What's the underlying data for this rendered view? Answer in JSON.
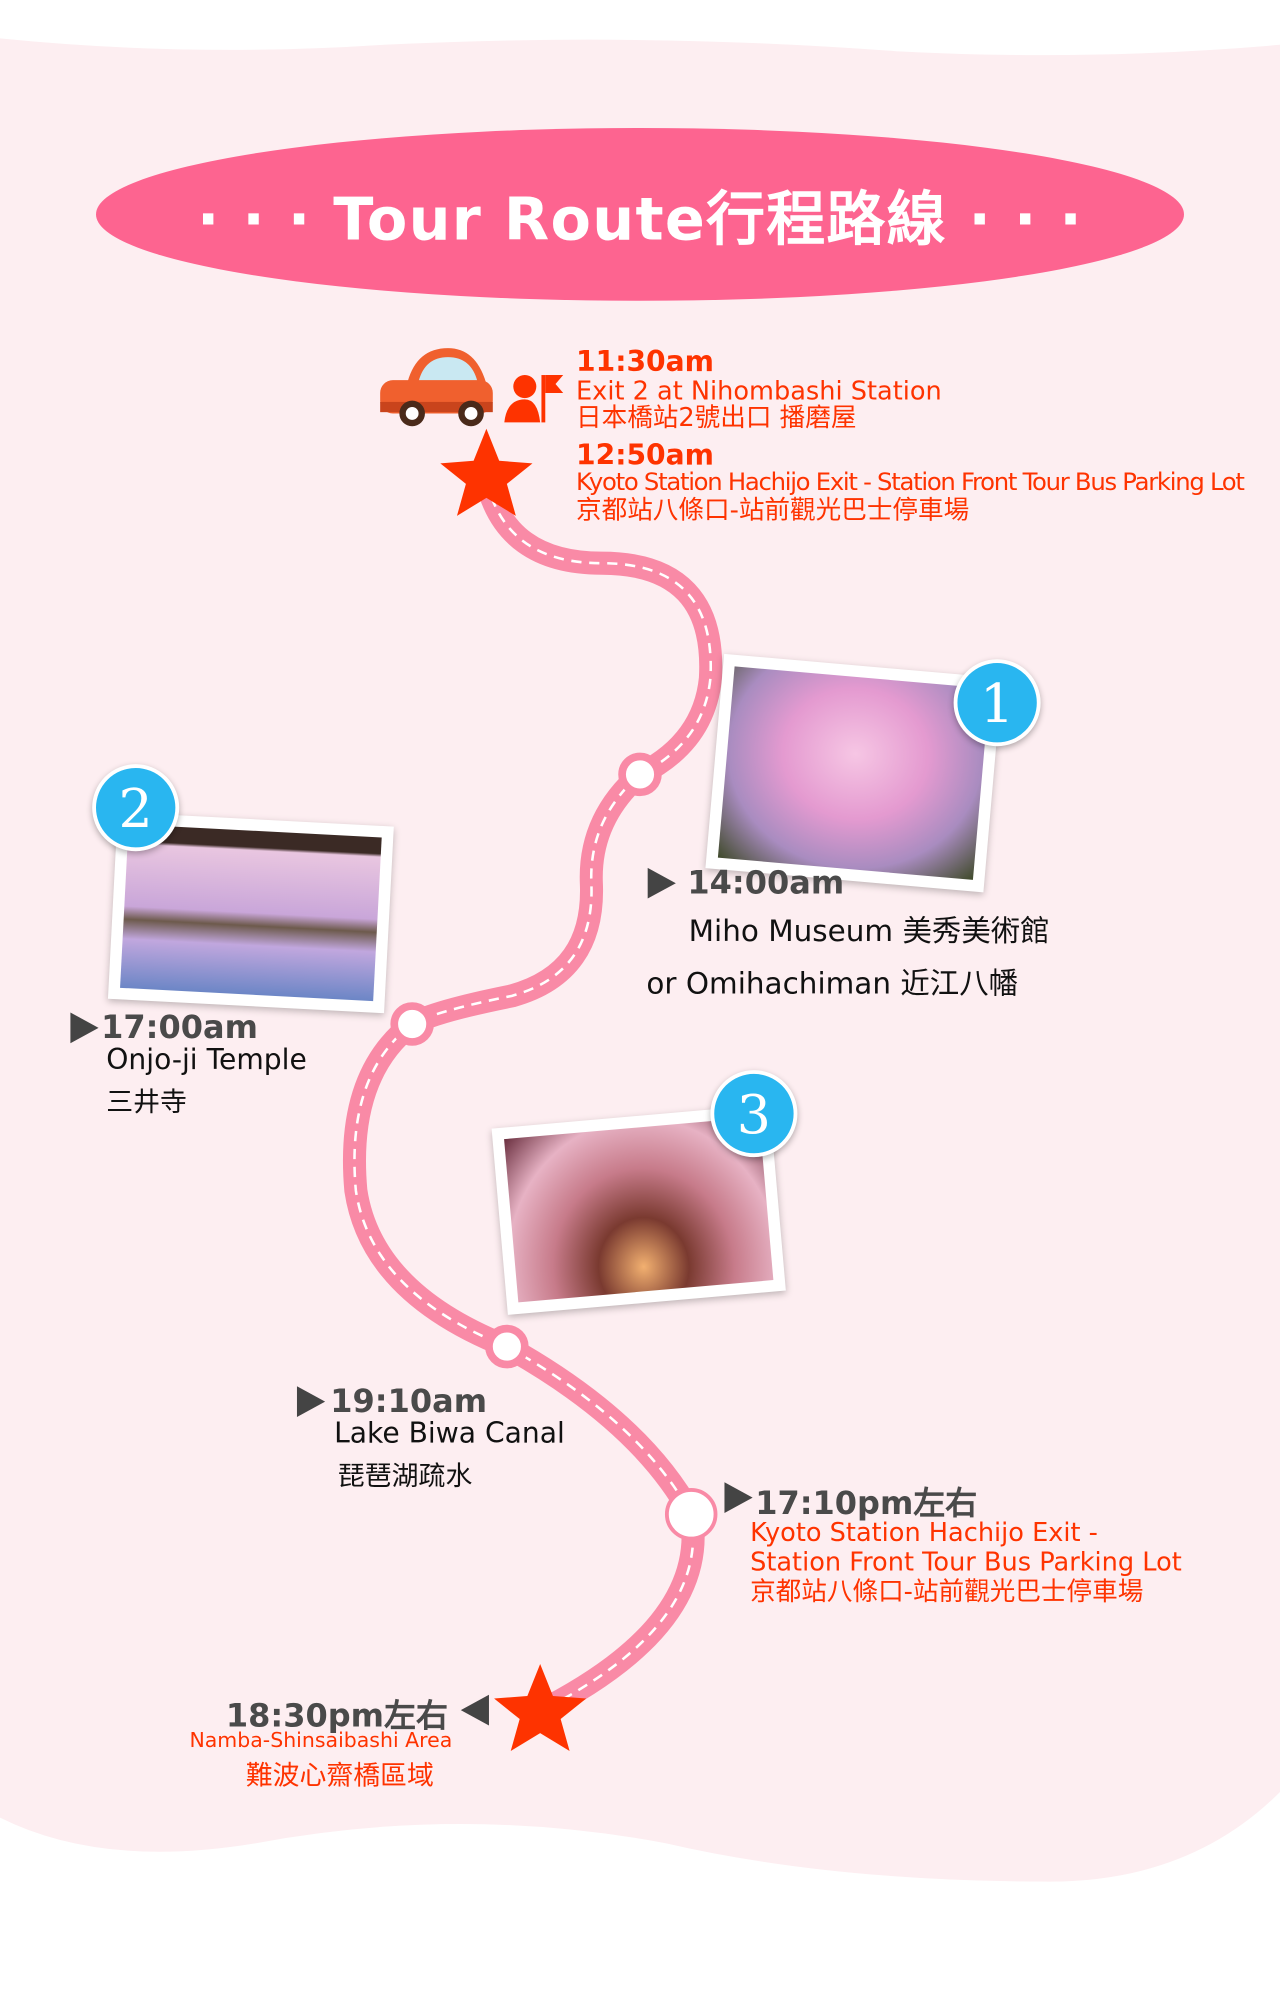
{
  "title": "· · ·  Tour Route行程路線  · · ·",
  "colors": {
    "background": "#fdeef1",
    "banner": "#fd6490",
    "route": "#f98aa6",
    "accent": "#fe3300",
    "badge": "#29b6f0"
  },
  "start": {
    "time1": "11:30am",
    "place1_en": "Exit 2 at Nihombashi Station",
    "place1_zh": "日本橋站2號出口  播磨屋",
    "time2": "12:50am",
    "place2_en": "Kyoto Station Hachijo Exit - Station Front Tour Bus Parking Lot",
    "place2_zh": "京都站八條口-站前觀光巴士停車場"
  },
  "stops": [
    {
      "number": "1",
      "time": "14:00am",
      "line1": "Miho Museum 美秀美術館",
      "line2": "or Omihachiman 近江八幡"
    },
    {
      "number": "2",
      "time": "17:00am",
      "line1": "Onjo-ji Temple",
      "line2": "三井寺"
    },
    {
      "number": "3",
      "time": "19:10am",
      "line1": "Lake Biwa Canal",
      "line2": "琵琶湖疏水"
    }
  ],
  "return": {
    "time": "17:10pm左右",
    "line1": "Kyoto Station Hachijo Exit -",
    "line2": "Station Front Tour Bus Parking Lot",
    "line3": "京都站八條口-站前觀光巴士停車場"
  },
  "end": {
    "time": "18:30pm左右",
    "place_en": "Namba-Shinsaibashi Area",
    "place_zh": "難波心齋橋區域"
  }
}
